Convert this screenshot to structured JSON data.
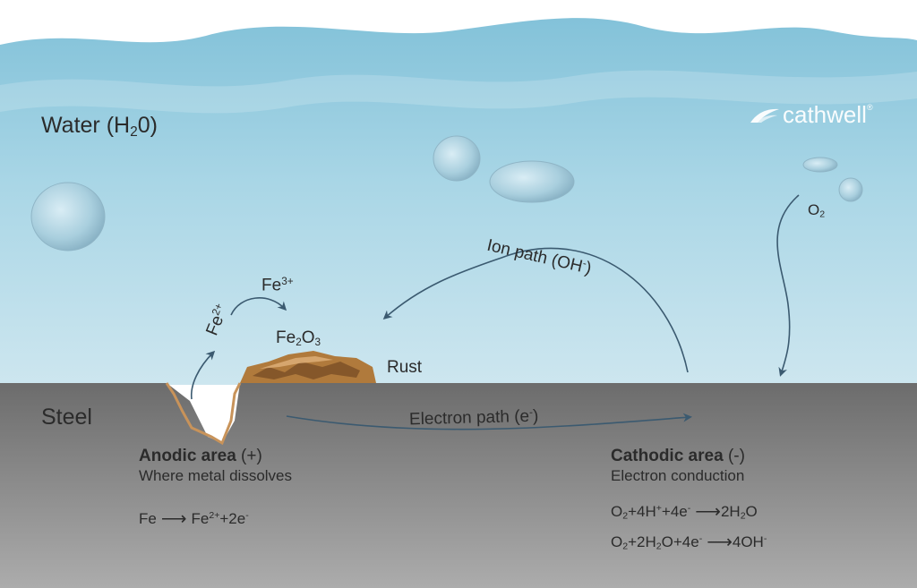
{
  "water_label": {
    "text": "Water (H",
    "sub": "2",
    "text2": "0)"
  },
  "steel_label": "Steel",
  "logo": {
    "text": "cathwell",
    "reg": "®"
  },
  "o2_label": {
    "text": "O",
    "sub": "2"
  },
  "ion_path_label": {
    "text": "Ion path (OH",
    "sup": "-",
    "text2": ")"
  },
  "fe3_label": {
    "text": "Fe",
    "sup": "3+"
  },
  "fe2_label": {
    "text": "Fe",
    "sup": "2+"
  },
  "fe2o3_label": {
    "t1": "Fe",
    "s1": "2",
    "t2": "O",
    "s2": "3"
  },
  "rust_label": "Rust",
  "electron_path_label": {
    "text": "Electron path (e",
    "sup": "-",
    "text2": ")"
  },
  "anodic": {
    "title": "Anodic area",
    "sign": "(+)",
    "subtitle": "Where metal dissolves",
    "eq": {
      "left": "Fe",
      "arrow": "⟶",
      "r1": "Fe",
      "r1sup": "2+",
      "r2": "+2e",
      "r2sup": "-"
    }
  },
  "cathodic": {
    "title": "Cathodic area",
    "sign": "(-)",
    "subtitle": "Electron conduction",
    "eq1": {
      "a": "O",
      "asub": "2",
      "b": "+4H",
      "bsup": "+",
      "c": "+4e",
      "csup": "-",
      "arrow": "⟶",
      "d": "2H",
      "dsub": "2",
      "e": "O"
    },
    "eq2": {
      "a": "O",
      "asub": "2",
      "b": "+2H",
      "bsub": "2",
      "c": "O+4e",
      "csup": "-",
      "arrow": "⟶",
      "d": "4OH",
      "dsup": "-"
    }
  },
  "colors": {
    "water_top": "#8ec8dd",
    "water_bottom": "#cfe6ef",
    "steel_top": "#6f6f6f",
    "steel_bottom": "#a9a9a9",
    "rust": "#b07a3c",
    "arrow": "#3b5a70",
    "text": "#2b2b2b"
  }
}
